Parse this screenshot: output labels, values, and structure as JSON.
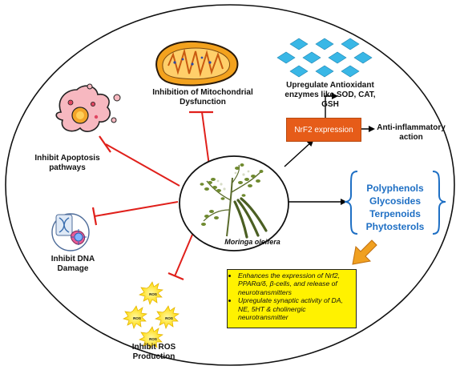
{
  "center": {
    "species": "Moringa oleifera"
  },
  "outcomes": {
    "mitochondria": "Inhibition of Mitochondrial Dysfunction",
    "antioxidant": "Upregulate Antioxidant enzymes like SOD, CAT, GSH",
    "nrf2": "NrF2 expression",
    "anti_inflammatory": "Anti-inflammatory action",
    "apoptosis": "Inhibit Apoptosis pathways",
    "dna": "Inhibit DNA Damage",
    "ros": "Inhibit ROS Production"
  },
  "ros_badge": "ROS",
  "compounds": [
    "Polyphenols",
    "Glycosides",
    "Terpenoids",
    "Phytosterols"
  ],
  "effects": [
    "Enhances the expression of Nrf2, PPARα/δ, β-cells, and release of neurotransmitters",
    "Upregulate synaptic activity of DA, NE, 5HT & cholinergic neurotransmitter"
  ],
  "colors": {
    "inhibit": "#e0201b",
    "arrow": "#000000",
    "nrf2_box": "#e65c19",
    "compound_text": "#1e6fc4",
    "effect_box": "#fff200",
    "effect_arrow": "#f0a020",
    "crystal": "#39b7e6",
    "ros_burst": "#ffee00"
  },
  "icons": [
    "mitochondria-icon",
    "crystal-icon",
    "apoptotic-cell-icon",
    "dna-damage-icon",
    "ros-icon",
    "moringa-plant-icon"
  ]
}
